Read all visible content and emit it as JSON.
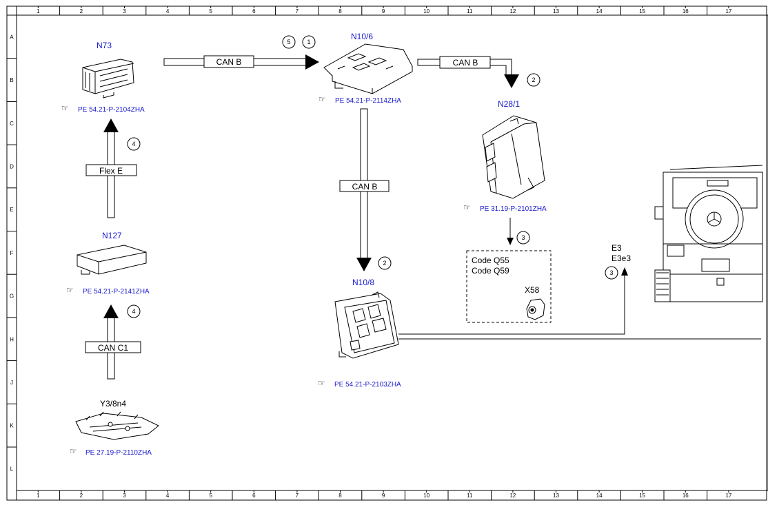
{
  "ruler": {
    "columns": [
      "1",
      "2",
      "3",
      "4",
      "5",
      "6",
      "7",
      "8",
      "9",
      "10",
      "11",
      "12",
      "13",
      "14",
      "15",
      "16",
      "17"
    ],
    "rows": [
      "A",
      "B",
      "C",
      "D",
      "E",
      "F",
      "G",
      "H",
      "J",
      "K",
      "L"
    ]
  },
  "components": {
    "n73": {
      "name": "N73",
      "ref": "PE 54.21-P-2104ZHA"
    },
    "n10_6": {
      "name": "N10/6",
      "ref": "PE 54.21-P-2114ZHA"
    },
    "n28_1": {
      "name": "N28/1",
      "ref": "PE 31.19-P-2101ZHA"
    },
    "n127": {
      "name": "N127",
      "ref": "PE 54.21-P-2141ZHA"
    },
    "n10_8": {
      "name": "N10/8",
      "ref": "PE 54.21-P-2103ZHA"
    },
    "y3_8n4": {
      "name": "Y3/8n4",
      "ref": "PE 27.19-P-2110ZHA"
    }
  },
  "buses": {
    "n73_to_n10_6": "CAN B",
    "n10_6_to_n28_1": "CAN B",
    "n10_6_to_n10_8": "CAN B",
    "n127_to_n73": "Flex E",
    "y3_to_n127": "CAN C1"
  },
  "markers": {
    "m5": "5",
    "m1": "1",
    "m2_top": "2",
    "m4_upper": "4",
    "m4_lower": "4",
    "m2_mid": "2",
    "m3_n28": "3",
    "m3_e3": "3"
  },
  "code_box": {
    "line1": "Code Q55",
    "line2": "Code Q59",
    "connector": "X58"
  },
  "e3": {
    "line1": "E3",
    "line2": "E3e3"
  },
  "colors": {
    "component_label": "#1a1ad0",
    "line": "#000000"
  }
}
